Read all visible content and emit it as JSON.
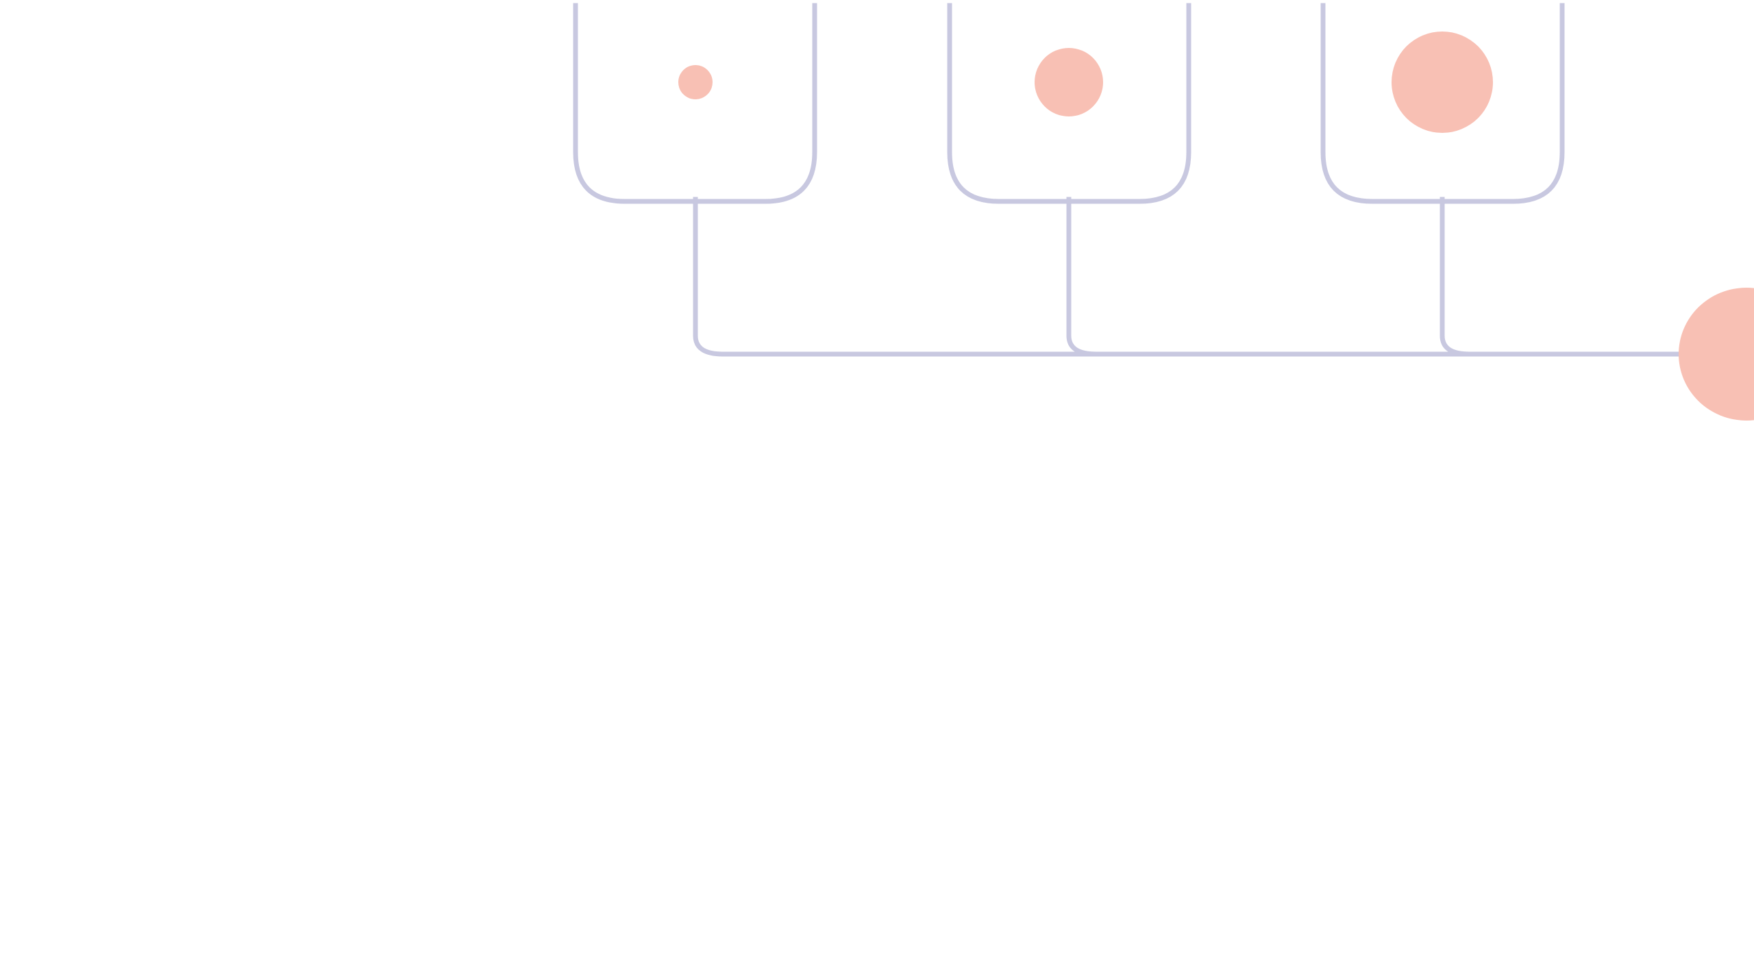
{
  "diagram": {
    "nodes": [
      {
        "id": "container-1",
        "dot_size_level": 1,
        "dot_radius_units": 1
      },
      {
        "id": "container-2",
        "dot_size_level": 2,
        "dot_radius_units": 2
      },
      {
        "id": "container-3",
        "dot_size_level": 3,
        "dot_radius_units": 3
      }
    ],
    "sink": {
      "id": "sink-circle",
      "partially_offscreen": true
    },
    "colors": {
      "stroke": "#c8c8e0",
      "dot": "#f8c0b4",
      "background": "#ffffff"
    }
  }
}
